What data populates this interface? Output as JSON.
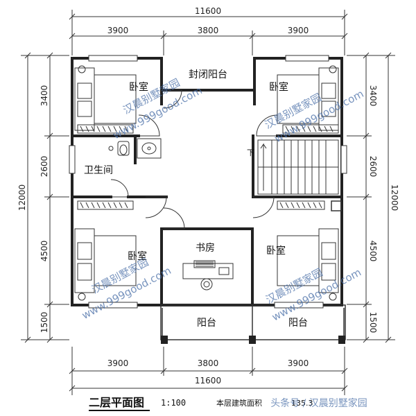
{
  "dimensions": {
    "top_total": "11600",
    "top_segments": [
      "3900",
      "3800",
      "3900"
    ],
    "bottom_segments": [
      "3900",
      "3800",
      "3900"
    ],
    "bottom_total": "11600",
    "left_total": "12000",
    "left_segments": [
      "3400",
      "2600",
      "4500",
      "1500"
    ],
    "right_total": "12000",
    "right_segments": [
      "3400",
      "2600",
      "4500",
      "1500"
    ]
  },
  "rooms": {
    "bedroom_nw": "卧室",
    "closed_balcony": "封闭阳台",
    "bedroom_ne": "卧室",
    "bathroom": "卫生间",
    "bedroom_sw": "卧室",
    "study": "书房",
    "bedroom_se": "卧室",
    "balcony_middle": "阳台",
    "balcony_right": "阳台"
  },
  "stair_label": "下",
  "watermark": {
    "brand": "汉晨别墅家园",
    "site": "www.999good.com"
  },
  "footer": {
    "title": "二层平面图",
    "scale": "1:100",
    "area_label": "本层建筑面积",
    "area_value": "135.3",
    "source": "头条号 / 汉晨别墅家园"
  },
  "colors": {
    "wall": "#222222",
    "line": "#333333",
    "watermark": "#4a6fa8"
  }
}
